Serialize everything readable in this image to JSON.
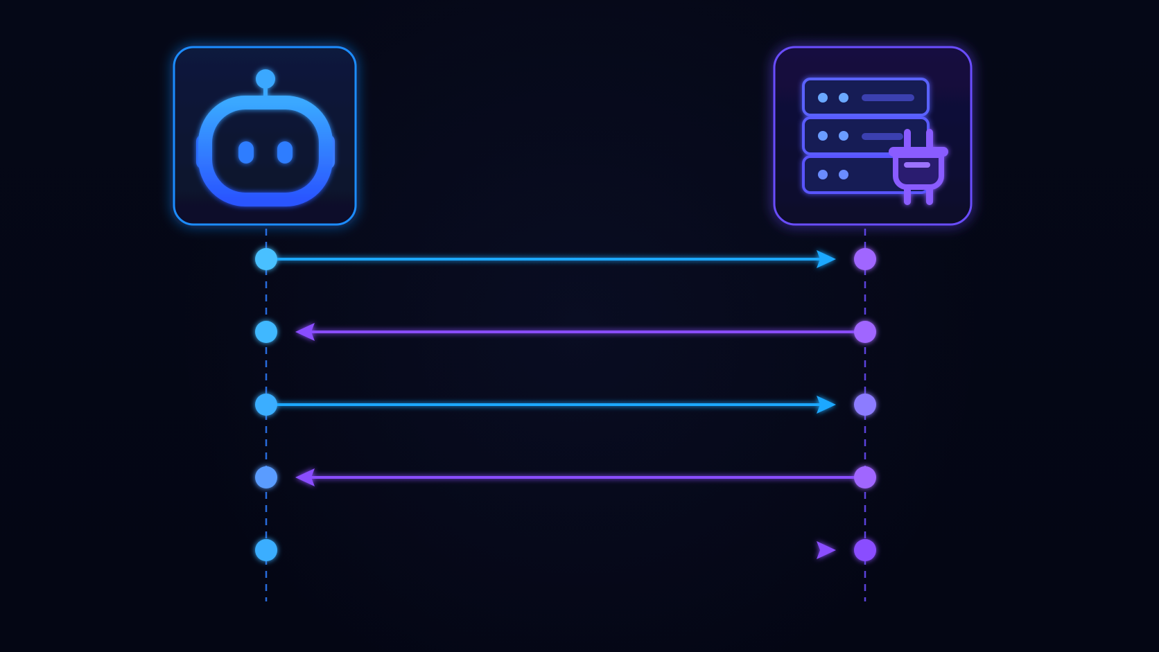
{
  "colors": {
    "background": "#050817",
    "client_blue": "#2f8cff",
    "client_cyan": "#39b4ff",
    "server_purple": "#8a5cff",
    "server_violet": "#6a4dff"
  },
  "participants": [
    {
      "id": "client",
      "icon": "robot-icon"
    },
    {
      "id": "server",
      "icon": "server-plug-icon"
    }
  ],
  "messages": [
    {
      "direction": "client-to-server",
      "style": "solid"
    },
    {
      "direction": "server-to-client",
      "style": "solid"
    },
    {
      "direction": "client-to-server",
      "style": "solid"
    },
    {
      "direction": "server-to-client",
      "style": "solid"
    },
    {
      "direction": "client-to-server",
      "style": "dashed"
    }
  ]
}
